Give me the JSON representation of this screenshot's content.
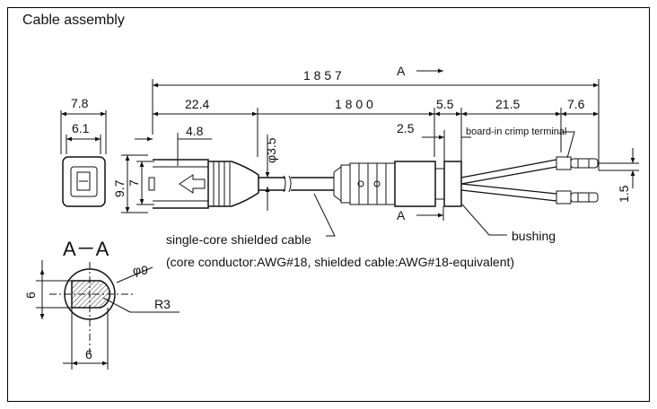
{
  "title": "Cable assembly",
  "dims": {
    "overall": "1 8 5 7",
    "section_a_top": "A",
    "section_a_bottom": "A",
    "d22_4": "22.4",
    "d1800": "1 8 0 0",
    "d5_5": "5.5",
    "d21_5": "21.5",
    "d7_6": "7.6",
    "d2_5": "2.5",
    "d4_8": "4.8",
    "d3_5": "φ3.5",
    "d7_8": "7.8",
    "d6_1": "6.1",
    "d9_7": "9.7",
    "d7": "7",
    "d1_5": "1.5",
    "sec_phi9": "φ9",
    "sec_r3": "R3",
    "sec_6_v": "6",
    "sec_6_h": "6"
  },
  "labels": {
    "section": "A－A",
    "board_in": "board-in crimp terminal",
    "cable": "single-core shielded cable",
    "cable_spec": "(core conductor:AWG#18, shielded cable:AWG#18-equivalent)",
    "bushing": "bushing"
  }
}
